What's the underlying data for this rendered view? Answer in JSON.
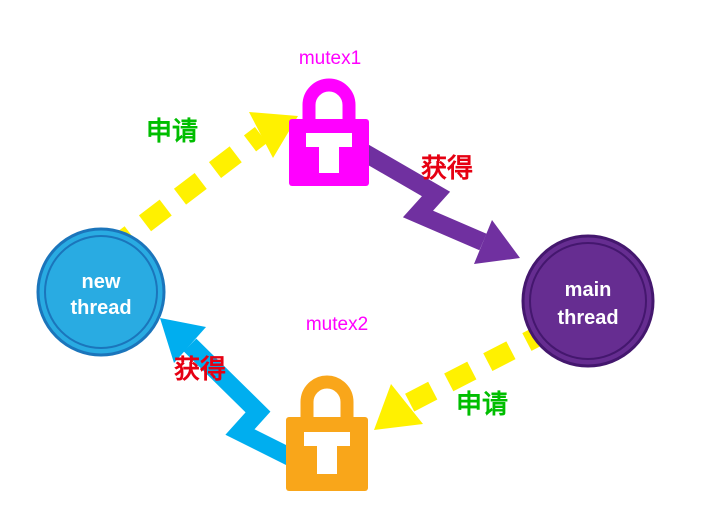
{
  "nodes": {
    "new_thread": {
      "line1": "new",
      "line2": "thread",
      "fill": "#29ABE2",
      "stroke": "#1B75BB"
    },
    "main_thread": {
      "line1": "main",
      "line2": "thread",
      "fill": "#662D91",
      "stroke": "#44176E"
    }
  },
  "locks": {
    "mutex1": {
      "label": "mutex1",
      "color": "#FF00FF",
      "label_color": "#FF00FF"
    },
    "mutex2": {
      "label": "mutex2",
      "color": "#F9A61A",
      "label_color": "#FF00FF"
    }
  },
  "edges": {
    "request_mutex1": {
      "label": "申请",
      "label_color": "#00BE00",
      "arrow_color": "#FFF100"
    },
    "acquire_mutex1": {
      "label": "获得",
      "label_color": "#E60012",
      "arrow_color": "#7030A0"
    },
    "request_mutex2": {
      "label": "申请",
      "label_color": "#00BE00",
      "arrow_color": "#FFF100"
    },
    "acquire_mutex2": {
      "label": "获得",
      "label_color": "#E60012",
      "arrow_color": "#00AEEF"
    }
  }
}
